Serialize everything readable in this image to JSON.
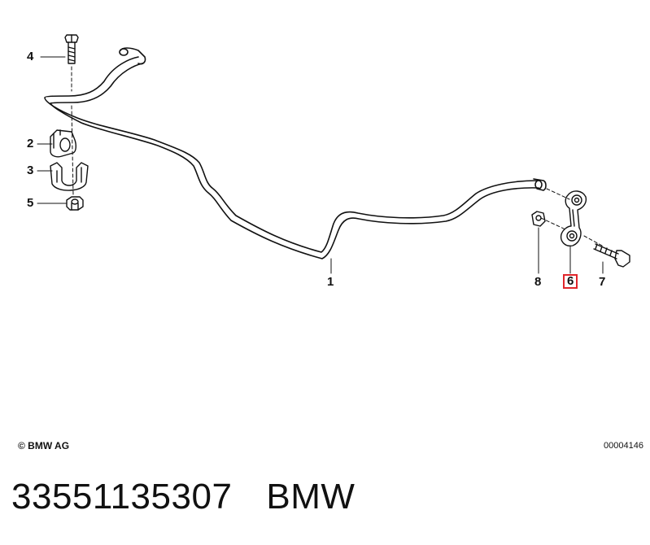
{
  "callouts": {
    "c1": "1",
    "c2": "2",
    "c3": "3",
    "c4": "4",
    "c5": "5",
    "c6": "6",
    "c7": "7",
    "c8": "8"
  },
  "highlighted_callout": "6",
  "highlight_color": "#e0262b",
  "copyright": "© BMW AG",
  "diagram_id": "00004146",
  "footer": {
    "part_number": "33551135307",
    "brand": "BMW"
  }
}
